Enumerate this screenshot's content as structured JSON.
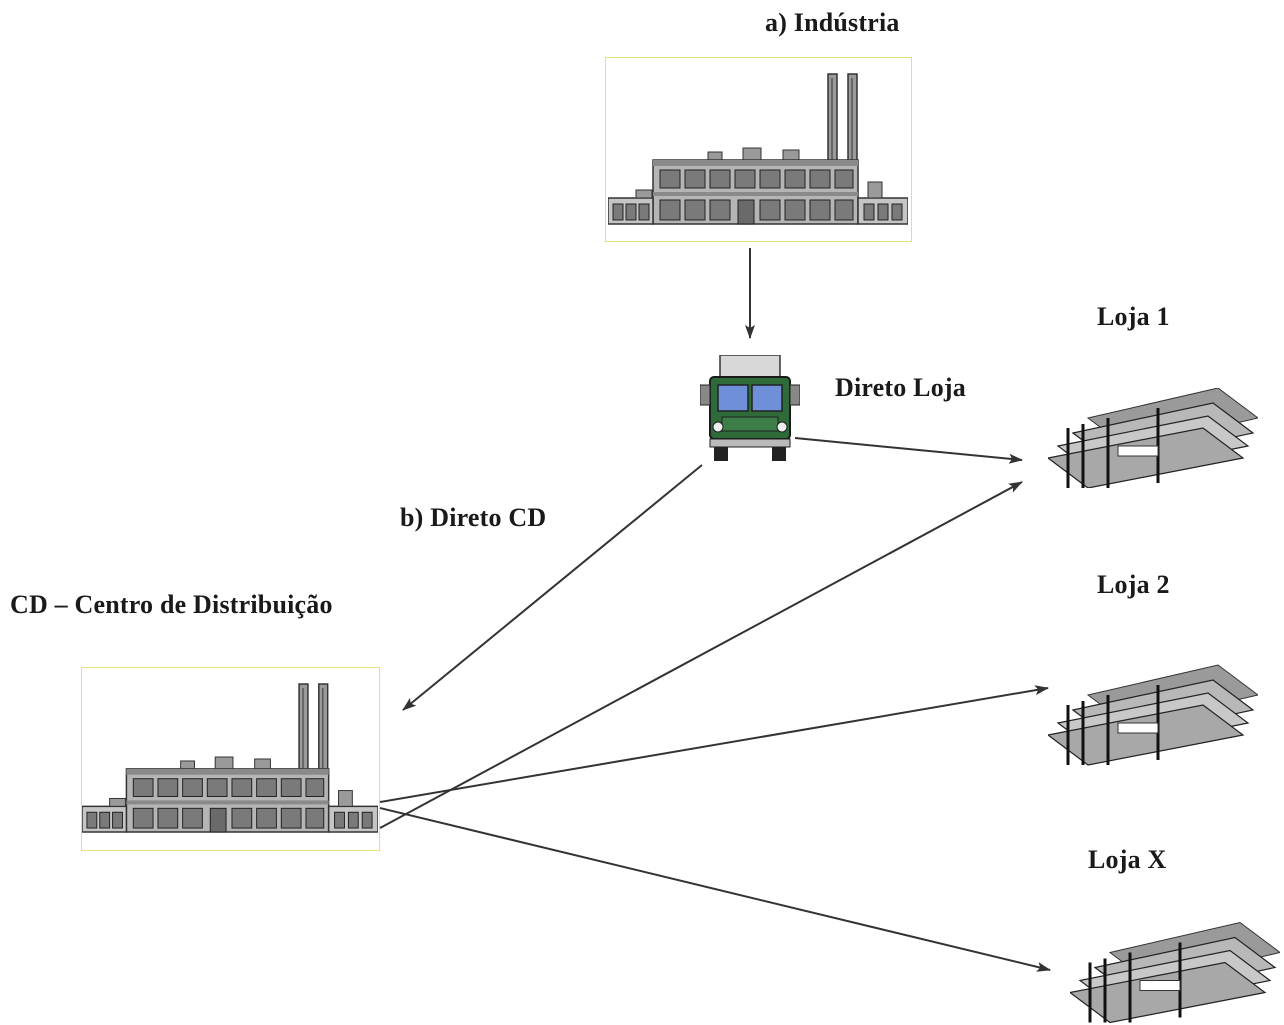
{
  "labels": {
    "industry": "a)   Indústria",
    "direct_store": "Direto Loja",
    "direct_cd": "b)   Direto CD",
    "cd": "CD – Centro de Distribuição",
    "store1": "Loja 1",
    "store2": "Loja   2",
    "storeX": "Loja   X"
  },
  "icons": {
    "industry": "factory-icon",
    "cd": "factory-icon",
    "truck": "truck-icon",
    "store": "store-building-icon"
  },
  "colors": {
    "frame": "#e8e07a",
    "truck_body": "#2f6b3a",
    "truck_glass": "#6f8fd9",
    "building": "#8c8c8c"
  }
}
